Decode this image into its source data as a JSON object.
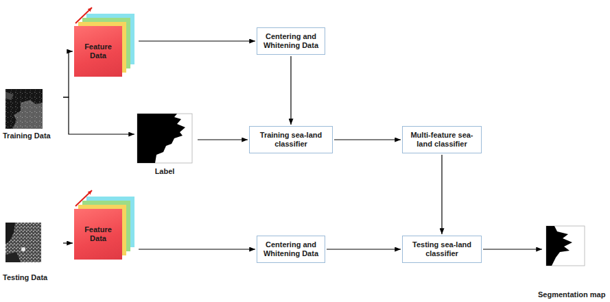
{
  "diagram": {
    "nodes": [
      {
        "text": [
          "Training Data"
        ]
      },
      {
        "text": [
          "Feature Data"
        ]
      },
      {
        "text": [
          "Centering and Whitening Data"
        ]
      },
      {
        "text": [
          "Label"
        ]
      },
      {
        "text": [
          "Training sea-land classifier"
        ]
      },
      {
        "text": [
          "Multi-feature sea-land classifier"
        ]
      },
      {
        "text": [
          "Testing Data"
        ]
      },
      {
        "text": [
          "Feature Data"
        ]
      },
      {
        "text": [
          "Centering and Whitening Data"
        ]
      },
      {
        "text": [
          "Testing sea-land classifier"
        ]
      },
      {
        "text": [
          "Segmentation map"
        ]
      }
    ],
    "edges": [
      {
        "from": 0,
        "to": 1,
        "arrow": "to"
      },
      {
        "from": 0,
        "to": 3,
        "arrow": "to"
      },
      {
        "from": 1,
        "to": 2,
        "arrow": "to"
      },
      {
        "from": 2,
        "to": 4,
        "arrow": "to"
      },
      {
        "from": 3,
        "to": 4,
        "arrow": "to"
      },
      {
        "from": 4,
        "to": 5,
        "arrow": "to"
      },
      {
        "from": 5,
        "to": 9,
        "arrow": "to"
      },
      {
        "from": 6,
        "to": 7,
        "arrow": "to"
      },
      {
        "from": 7,
        "to": 8,
        "arrow": "to"
      },
      {
        "from": 8,
        "to": 9,
        "arrow": "to"
      },
      {
        "from": 9,
        "to": 10,
        "arrow": "to"
      }
    ]
  }
}
